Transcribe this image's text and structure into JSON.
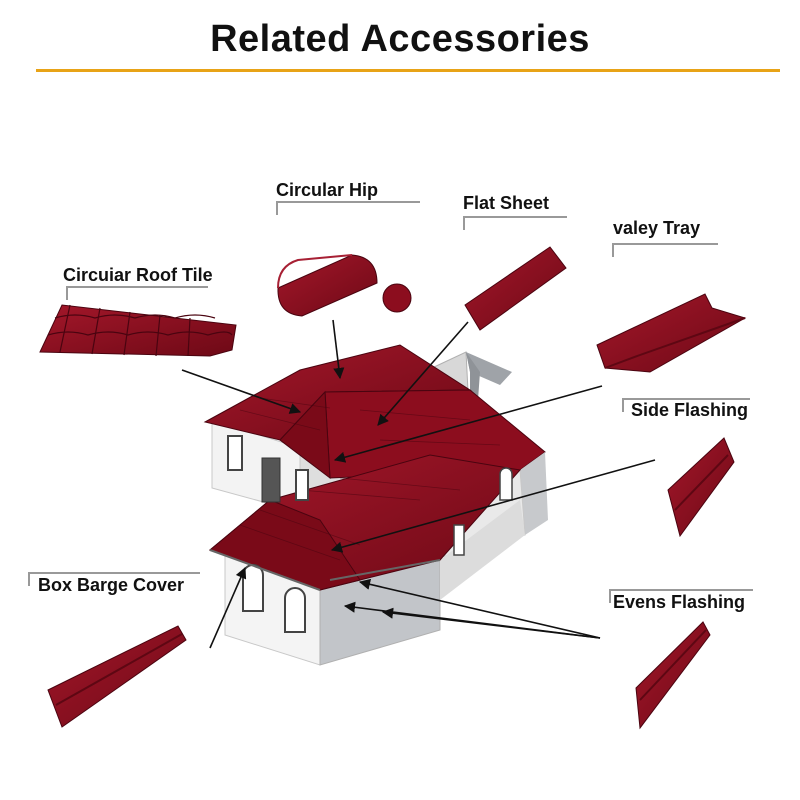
{
  "title": "Related Accessories",
  "labels": {
    "circular_hip": "Circular Hip",
    "flat_sheet": "Flat Sheet",
    "valley_tray": "valey Tray",
    "circular_roof_tile": "Circuiar Roof Tile",
    "side_flashing": "Side Flashing",
    "box_barge_cover": "Box Barge Cover",
    "evens_flashing": "Evens Flashing"
  },
  "colors": {
    "accent": "#e8a317",
    "roof_red": "#8c0d1e",
    "roof_dark": "#5e0713",
    "wall": "#f2f2f2",
    "wall_shade": "#b9bcc0"
  }
}
